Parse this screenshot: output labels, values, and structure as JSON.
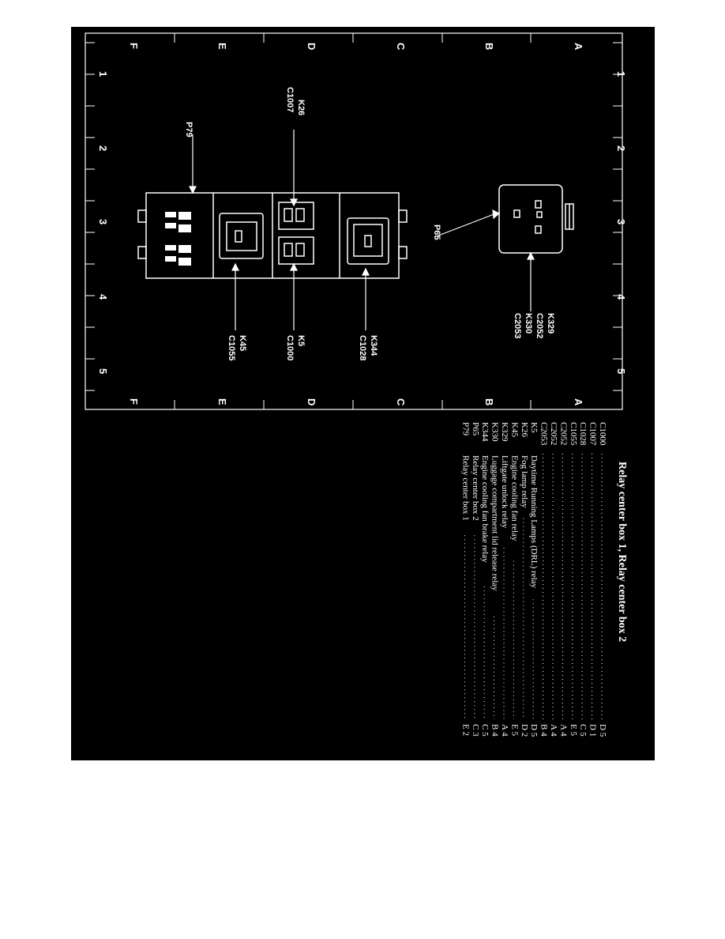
{
  "grid": {
    "rows": [
      "A",
      "B",
      "C",
      "D",
      "E",
      "F"
    ],
    "columns": [
      "1",
      "2",
      "3",
      "4",
      "5"
    ]
  },
  "callouts": {
    "p79": "P79",
    "k26": "K26",
    "c1007": "C1007",
    "p65": "P65",
    "k329": "K329",
    "c2052": "C2052",
    "k330": "K330",
    "c2053": "C2053",
    "k45": "K45",
    "c1055": "C1055",
    "k5": "K5",
    "c1000": "C1000",
    "k344": "K344",
    "c1028": "C1028"
  },
  "legend": {
    "title": "Relay center box 1, Relay center box 2",
    "entries": [
      {
        "code": "C1000",
        "desc": "",
        "loc": "D 5"
      },
      {
        "code": "C1007",
        "desc": "",
        "loc": "D 1"
      },
      {
        "code": "C1028",
        "desc": "",
        "loc": "C 5"
      },
      {
        "code": "C1055",
        "desc": "",
        "loc": "E 5"
      },
      {
        "code": "C2052",
        "desc": "",
        "loc": "A 4"
      },
      {
        "code": "C2052",
        "desc": "",
        "loc": "A 4"
      },
      {
        "code": "C2053",
        "desc": "",
        "loc": "B 4"
      },
      {
        "code": "K5",
        "desc": "Daytime Running Lamps (DRL) relay",
        "loc": "D 5"
      },
      {
        "code": "K26",
        "desc": "Fog lamp relay",
        "loc": "D 2"
      },
      {
        "code": "K45",
        "desc": "Engine cooling fan relay",
        "loc": "E 5"
      },
      {
        "code": "K329",
        "desc": "Liftgate unlock relay",
        "loc": "A 4"
      },
      {
        "code": "K330",
        "desc": "Luggage compartment lid release relay",
        "loc": "B 4"
      },
      {
        "code": "K344",
        "desc": "Engine cooling fan brake relay",
        "loc": "C 5"
      },
      {
        "code": "P65",
        "desc": "Relay center box 2",
        "loc": "C 3"
      },
      {
        "code": "P79",
        "desc": "Relay center box 1",
        "loc": "E 2"
      }
    ]
  }
}
